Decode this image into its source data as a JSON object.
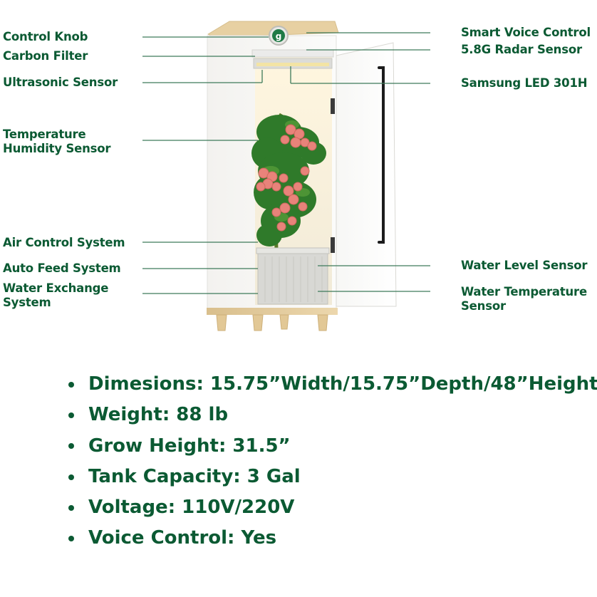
{
  "callouts_left": {
    "control_knob": "Control Knob",
    "carbon_filter": "Carbon Filter",
    "ultrasonic_sensor": "Ultrasonic Sensor",
    "temp_humidity_line1": "Temperature",
    "temp_humidity_line2": "Humidity Sensor",
    "air_control": "Air Control System",
    "auto_feed": "Auto Feed System",
    "water_exchange_line1": "Water Exchange",
    "water_exchange_line2": "System"
  },
  "callouts_right": {
    "smart_voice": "Smart Voice Control",
    "radar_sensor": "5.8G Radar Sensor",
    "samsung_led": "Samsung LED 301H",
    "water_level": "Water Level Sensor",
    "water_temp_line1": "Water Temperature",
    "water_temp_line2": "Sensor"
  },
  "device": {
    "knob_letter": "g"
  },
  "specs": [
    "Dimesions: 15.75”Width/15.75”Depth/48”Height",
    "Weight: 88 lb",
    "Grow Height: 31.5”",
    "Tank Capacity: 3 Gal",
    "Voltage: 110V/220V",
    "Voice Control: Yes"
  ],
  "colors": {
    "brand_green": "#0b5a33",
    "leader_line": "#3d7a5a"
  }
}
